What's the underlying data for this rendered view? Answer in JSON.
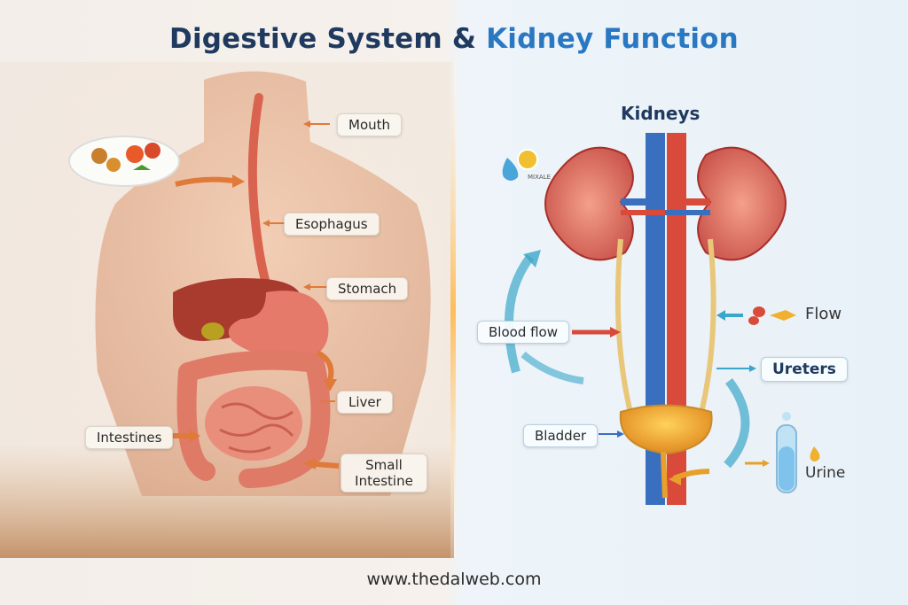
{
  "title": {
    "main": "Digestive System & ",
    "accent": "Kidney Function"
  },
  "digestive": {
    "labels": {
      "mouth": "Mouth",
      "esophagus": "Esophagus",
      "stomach": "Stomach",
      "liver": "Liver",
      "intestines": "Intestines",
      "small_intestine": "Small Intestine"
    }
  },
  "kidney": {
    "heading": "Kidneys",
    "small_text": "MIXALE",
    "labels": {
      "flow": "Flow",
      "blood_flow": "Blood flow",
      "ureters": "Ureters",
      "bladder": "Bladder",
      "urine": "Urine"
    }
  },
  "footer": "www.thedalweb.com",
  "colors": {
    "title": "#1f3a5e",
    "title_accent": "#2a78c2",
    "organ_red": "#c9524a",
    "vein_blue": "#3a6fc0",
    "urine_yellow": "#e8a02a",
    "arrow_orange": "#e07a3a",
    "arrow_teal": "#3aa6c9"
  }
}
